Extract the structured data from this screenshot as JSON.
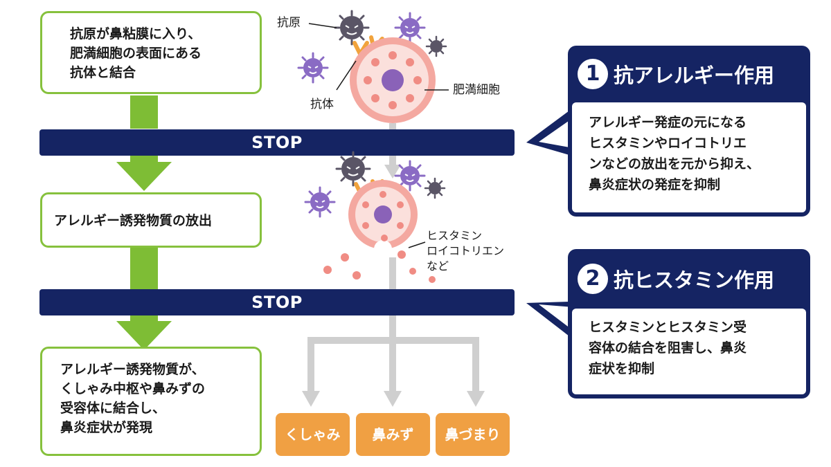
{
  "steps": {
    "step1": [
      "抗原が鼻粘膜に入り、",
      "肥満細胞の表面にある",
      "抗体と結合"
    ],
    "step2": [
      "アレルギー誘発物質の放出"
    ],
    "step3": [
      "アレルギー誘発物質が、",
      "くしゃみ中枢や鼻みずの",
      "受容体に結合し、",
      "鼻炎症状が発現"
    ]
  },
  "stop_bars": [
    "STOP",
    "STOP"
  ],
  "labels": {
    "antigen": "抗原",
    "antibody": "抗体",
    "mast_cell": "肥満細胞",
    "mediators": [
      "ヒスタミン",
      "ロイコトリエン",
      "など"
    ]
  },
  "callouts": [
    {
      "number": "1",
      "title": "抗アレルギー作用",
      "body": [
        "アレルギー発症の元になる",
        "ヒスタミンやロイコトリエ",
        "ンなどの放出を元から抑え、",
        "鼻炎症状の発症を抑制"
      ]
    },
    {
      "number": "2",
      "title": "抗ヒスタミン作用",
      "body": [
        "ヒスタミンとヒスタミン受",
        "容体の結合を阻害し、鼻炎",
        "症状を抑制"
      ]
    }
  ],
  "symptoms": [
    "くしゃみ",
    "鼻みず",
    "鼻づまり"
  ],
  "colors": {
    "navy": "#152463",
    "green": "#7ebd35",
    "green_border": "#86c13d",
    "orange": "#f0a043",
    "cell_pink": "#f4a8a0",
    "cell_fill": "#fbe0dc",
    "nucleus": "#8a62b8",
    "virus_dark": "#5a5566",
    "virus_purple": "#8a6bc4",
    "antibody": "#f1a33c",
    "gray_arrow": "#cfcfcf"
  },
  "icons": [
    "virus-icon",
    "antibody-icon",
    "mast-cell-icon",
    "granule-icon"
  ]
}
